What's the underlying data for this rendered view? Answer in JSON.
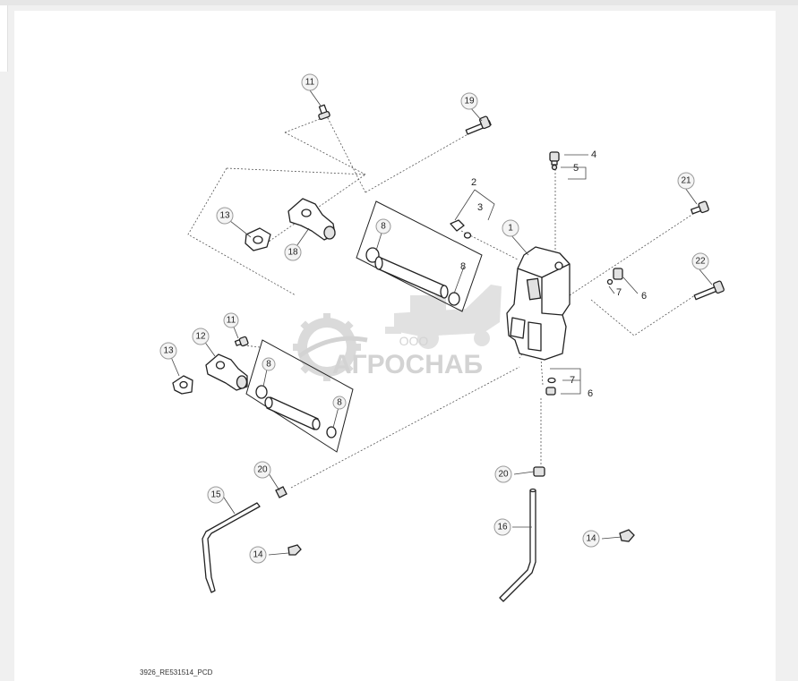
{
  "callouts": [
    {
      "id": "c11a",
      "label": "11"
    },
    {
      "id": "c19",
      "label": "19"
    },
    {
      "id": "c2",
      "label": "2"
    },
    {
      "id": "c3",
      "label": "3"
    },
    {
      "id": "c1",
      "label": "1"
    },
    {
      "id": "c4",
      "label": "4"
    },
    {
      "id": "c5",
      "label": "5"
    },
    {
      "id": "c21",
      "label": "21"
    },
    {
      "id": "c22",
      "label": "22"
    },
    {
      "id": "c6a",
      "label": "6"
    },
    {
      "id": "c7a",
      "label": "7"
    },
    {
      "id": "c13a",
      "label": "13"
    },
    {
      "id": "c18",
      "label": "18"
    },
    {
      "id": "c8a",
      "label": "8"
    },
    {
      "id": "c8b",
      "label": "8"
    },
    {
      "id": "c11b",
      "label": "11"
    },
    {
      "id": "c12",
      "label": "12"
    },
    {
      "id": "c13b",
      "label": "13"
    },
    {
      "id": "c8c",
      "label": "8"
    },
    {
      "id": "c8d",
      "label": "8"
    },
    {
      "id": "c7b",
      "label": "7"
    },
    {
      "id": "c6b",
      "label": "6"
    },
    {
      "id": "c20a",
      "label": "20"
    },
    {
      "id": "c15",
      "label": "15"
    },
    {
      "id": "c14a",
      "label": "14"
    },
    {
      "id": "c20b",
      "label": "20"
    },
    {
      "id": "c16",
      "label": "16"
    },
    {
      "id": "c14b",
      "label": "14"
    }
  ],
  "watermark": {
    "company_prefix": "ООО",
    "company_name": "АГРОСНАБ"
  },
  "footer": {
    "drawing_code": "3926_RE531514_PCD"
  }
}
